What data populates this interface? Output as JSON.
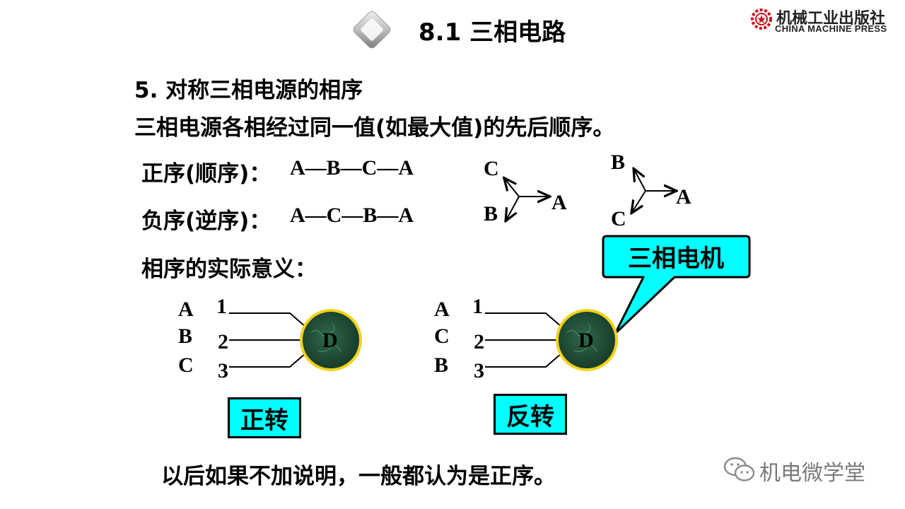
{
  "header": {
    "title": "8.1 三相电路",
    "publisher_cn": "机械工业出版社",
    "publisher_en": "CHINA MACHINE PRESS"
  },
  "section": {
    "heading": "5. 对称三相电源的相序",
    "definition": "三相电源各相经过同一值(如最大值)的先后顺序。",
    "positive": {
      "label": "正序(顺序)：",
      "sequence": "A—B—C—A"
    },
    "negative": {
      "label": "负序(逆序)：",
      "sequence": "A—C—B—A"
    },
    "meaning_label": "相序的实际意义："
  },
  "phasors": {
    "positive": {
      "top": "C",
      "right": "A",
      "bottom": "B"
    },
    "negative": {
      "top": "B",
      "right": "A",
      "bottom": "C"
    }
  },
  "circuits": {
    "left": {
      "phases": [
        "A",
        "B",
        "C"
      ],
      "terminals": [
        "1",
        "2",
        "3"
      ],
      "motor": "D",
      "caption": "正转"
    },
    "right": {
      "phases": [
        "A",
        "C",
        "B"
      ],
      "terminals": [
        "1",
        "2",
        "3"
      ],
      "motor": "D",
      "caption": "反转"
    }
  },
  "callout": {
    "text": "三相电机"
  },
  "footer": {
    "note": "以后如果不加说明，一般都认为是正序。"
  },
  "watermark": {
    "text": "机电微学堂"
  },
  "colors": {
    "box_fill": "#00ffff",
    "motor_fill": "#1f4a33",
    "motor_ring": "#f2d21a"
  }
}
